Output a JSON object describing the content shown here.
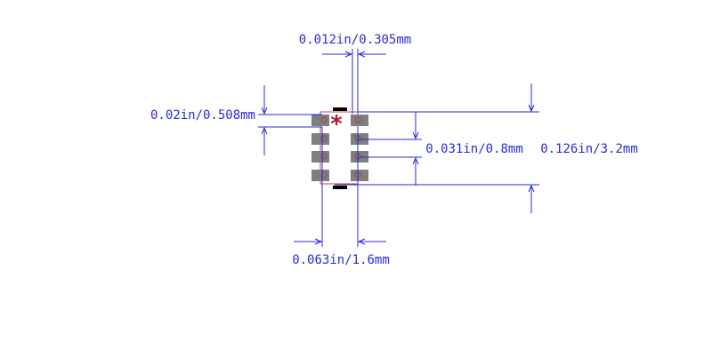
{
  "colors": {
    "dimension": "#2a2adc",
    "pad": "#7f7f7f",
    "silk": "#b54a4a",
    "marker": "#b0153a",
    "bar": "#000000",
    "pin_circle": "#a04040"
  },
  "dimensions": {
    "pad_width": "0.012in/0.305mm",
    "pad_height": "0.02in/0.508mm",
    "pitch": "0.031in/0.8mm",
    "body_length": "0.126in/3.2mm",
    "pad_span": "0.063in/1.6mm"
  },
  "pin1_marker": "*",
  "pins": {
    "left_count": 4,
    "right_count": 4
  }
}
